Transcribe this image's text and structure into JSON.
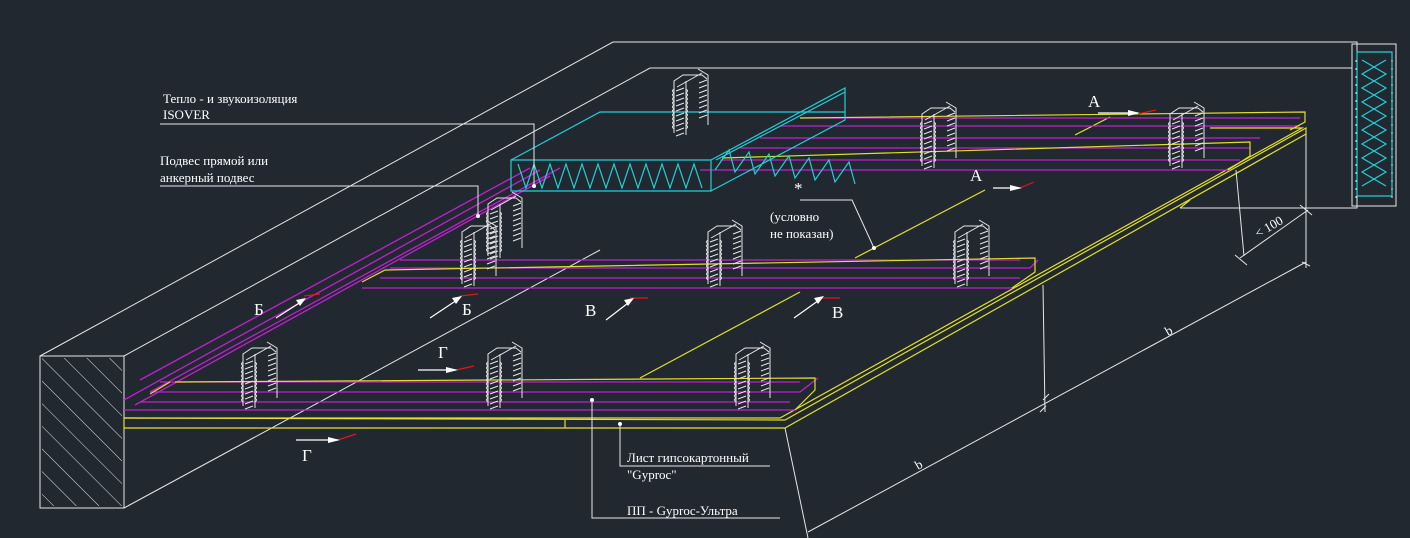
{
  "labels": {
    "insulation_line1": "Тепло - и звукоизоляция",
    "insulation_line2": "ISOVER",
    "hanger_line1": "Подвес прямой  или",
    "hanger_line2": "анкерный подвес",
    "asterisk": "*",
    "not_shown_line1": "(условно",
    "not_shown_line2": "не показан)",
    "drywall_line1": "Лист гипсокартонный",
    "drywall_line2": "\"Gyproc\"",
    "profile": "ПП - Gyproc-Ультра",
    "dim_100": "< 100",
    "dim_b": "b"
  },
  "section_marks": {
    "A": "А",
    "B": "Б",
    "V": "В",
    "G": "Г"
  },
  "colors": {
    "background": "#212830",
    "lines": "#e6e6e6",
    "board": "#e2df2c",
    "profile": "#c020d0",
    "insulation": "#20d0d8",
    "section_arrow": "#e01818"
  }
}
